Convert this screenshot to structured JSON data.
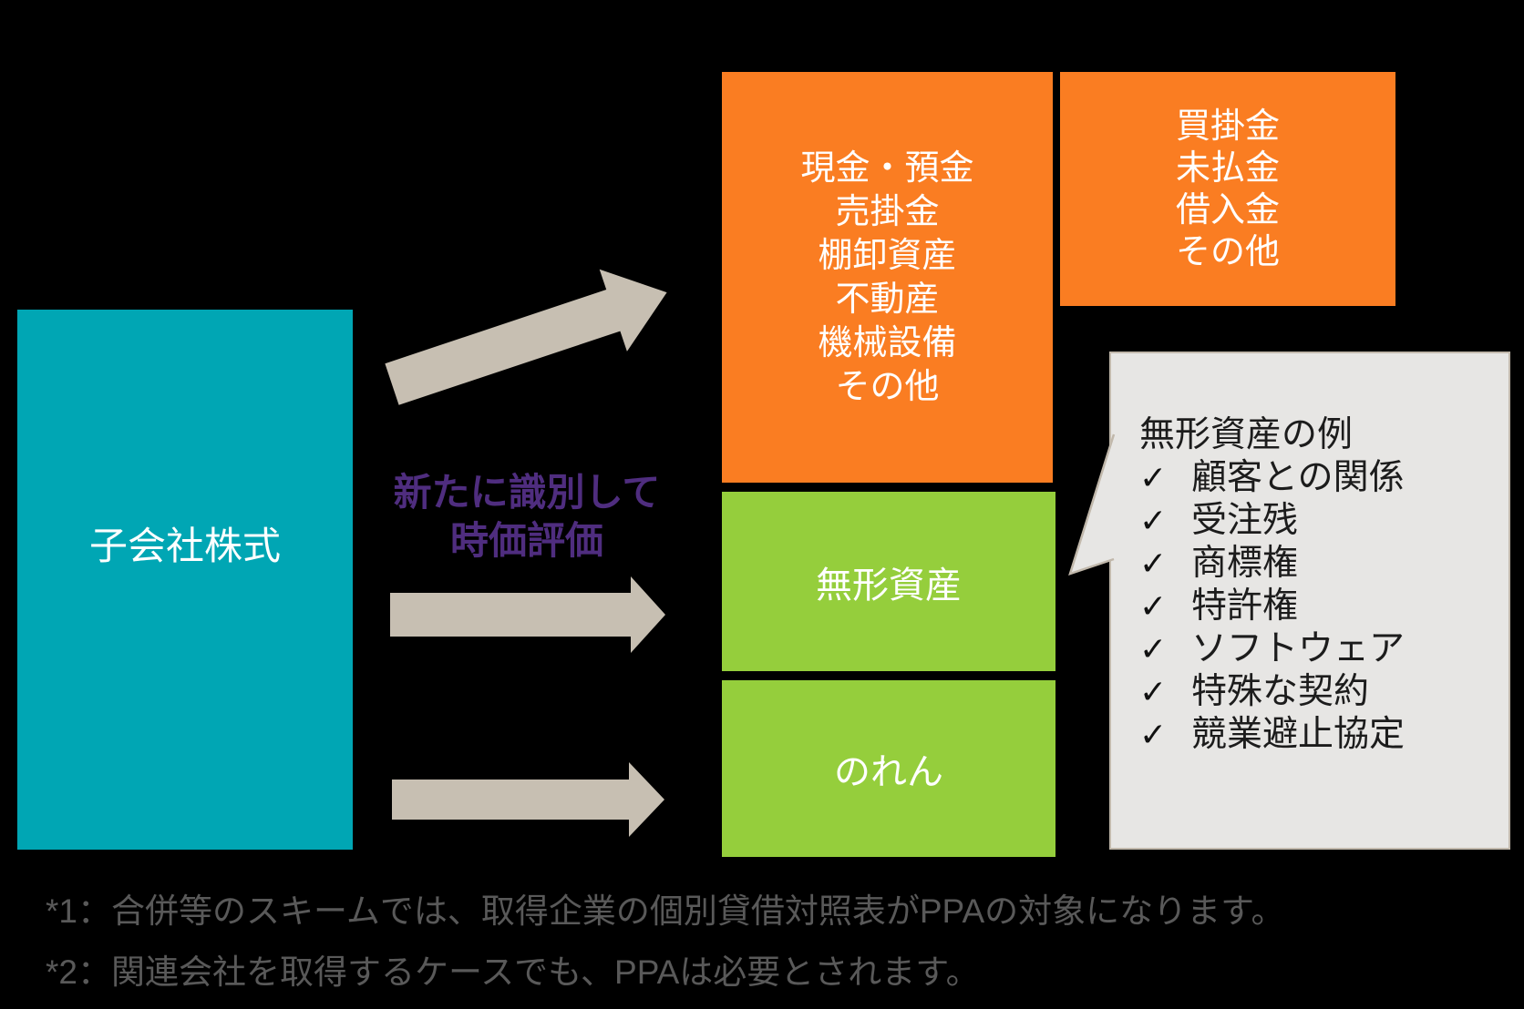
{
  "colors": {
    "background": "#000000",
    "teal_box": "#00A6B4",
    "orange_box": "#FA7D22",
    "green_box": "#95CE3C",
    "arrow": "#C7BFB2",
    "callout_fill": "#E7E6E4",
    "callout_border": "#C1B8AB",
    "annotation_purple": "#4F2D7F",
    "footnote_gray": "#595959"
  },
  "source_box": {
    "label": "子会社株式"
  },
  "assets_box": {
    "lines": [
      "現金・預金",
      "売掛金",
      "棚卸資産",
      "不動産",
      "機械設備",
      "その他"
    ]
  },
  "liabilities_box": {
    "lines": [
      "買掛金",
      "未払金",
      "借入金",
      "その他"
    ]
  },
  "intangible_box": {
    "label": "無形資産"
  },
  "goodwill_box": {
    "label": "のれん"
  },
  "annotation": {
    "line1": "新たに識別して",
    "line2": "時価評価"
  },
  "callout": {
    "title": "無形資産の例",
    "check_glyph": "✓",
    "items": [
      "顧客との関係",
      "受注残",
      "商標権",
      "特許権",
      "ソフトウェア",
      "特殊な契約",
      "競業避止協定"
    ]
  },
  "footnotes": [
    "*1：合併等のスキームでは、取得企業の個別貸借対照表がPPAの対象になります。",
    "*2：関連会社を取得するケースでも、PPAは必要とされます。"
  ]
}
